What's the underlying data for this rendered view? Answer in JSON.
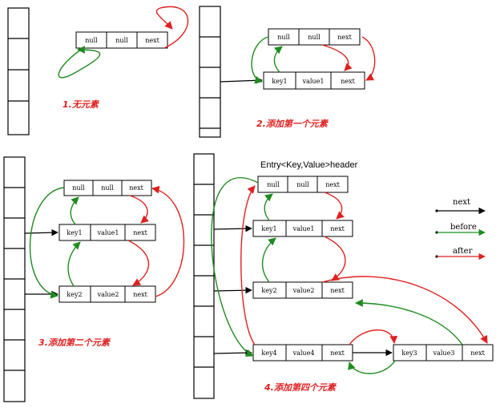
{
  "colors": {
    "next": "#000000",
    "before": "#1e8c1e",
    "after": "#e02020",
    "caption": "#e02020"
  },
  "captions": {
    "c1": "1.无元素",
    "c2": "2.添加第一个元素",
    "c3": "3.添加第二个元素",
    "c4": "4.添加第四个元素"
  },
  "header_label": "Entry<Key,Value>header",
  "legend": {
    "next": "next",
    "before": "before",
    "after": "after"
  },
  "cells": {
    "null": "null",
    "next": "next",
    "key1": "key1",
    "value1": "value1",
    "key2": "key2",
    "value2": "value2",
    "key3": "key3",
    "value3": "value3",
    "key4": "key4",
    "value4": "value4"
  }
}
